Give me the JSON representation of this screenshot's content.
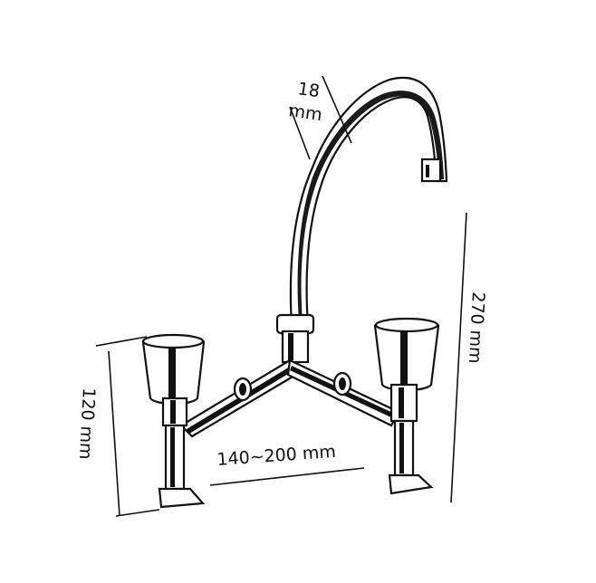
{
  "dimensions": {
    "spout_diameter_value": "18",
    "spout_diameter_unit": "mm",
    "total_height": "270 mm",
    "handle_height": "120 mm",
    "tap_spacing": "140~200 mm"
  }
}
